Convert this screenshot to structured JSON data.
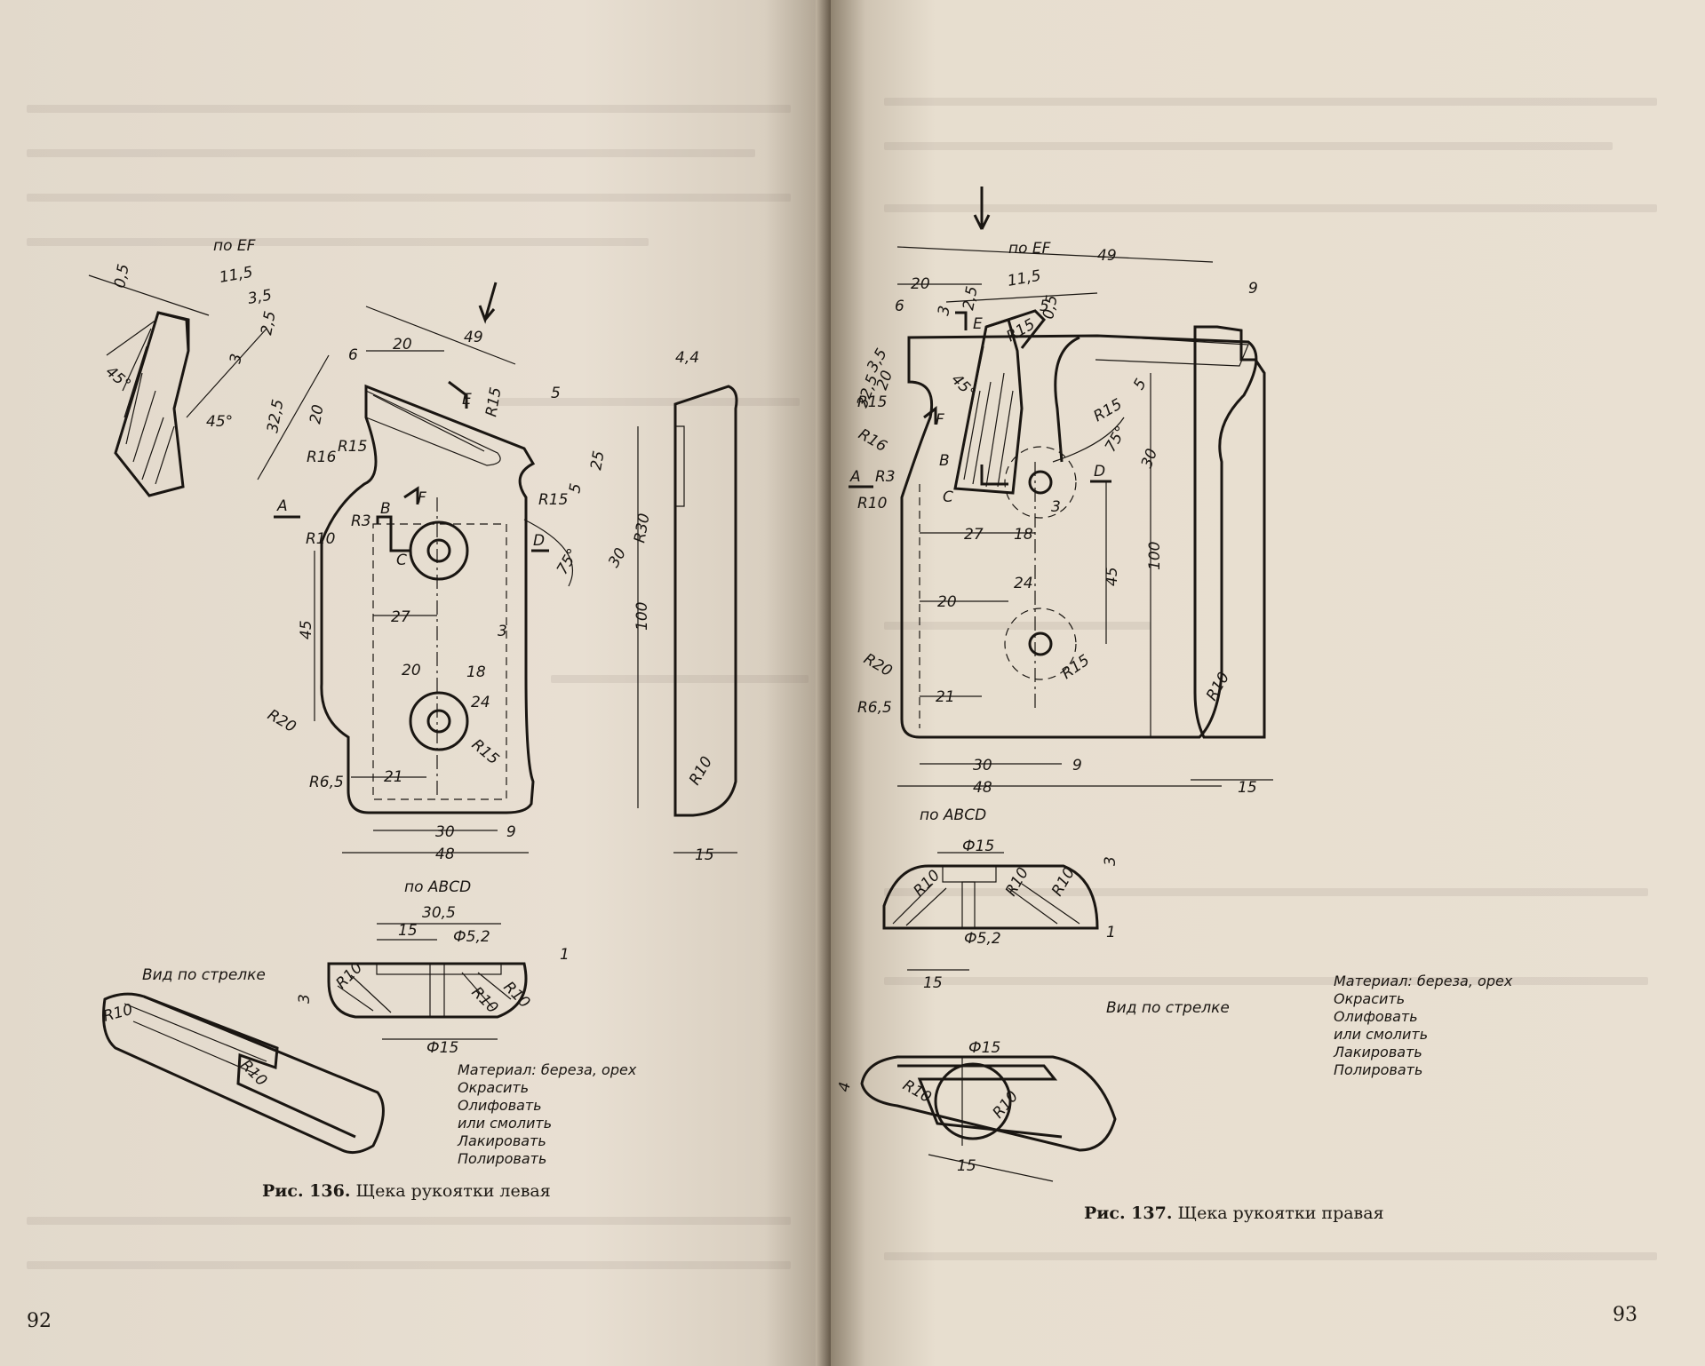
{
  "left_page": {
    "page_number": "92",
    "figure": {
      "caption_number": "Рис. 136.",
      "caption_text": "Щека рукоятки левая",
      "section_ef_label": "по EF",
      "section_abcd_label": "по ABCD",
      "arrow_view_label": "Вид по стрелке",
      "material": [
        "Материал: береза, орех",
        "Окрасить",
        "Олифовать",
        "или смолить",
        "Лакировать",
        "Полировать"
      ],
      "dims": {
        "d05": "0,5",
        "d115": "11,5",
        "d35": "3,5",
        "d25a": "2,5",
        "d3a": "3",
        "d45deg": "45°",
        "d45b": "45°",
        "d6": "6",
        "d20top": "20",
        "d49": "49",
        "dE": "E",
        "dR15a": "R15",
        "d5a": "5",
        "d44": "4,4",
        "d325": "32,5",
        "d20side": "20",
        "dR16": "R16",
        "dR15b": "R15",
        "dA": "A",
        "dB": "B",
        "dF": "F",
        "dR3": "R3",
        "dR15c": "R15",
        "d5b": "5",
        "d25b": "25",
        "dR30": "R30",
        "dR10a": "R10",
        "dC": "C",
        "dD": "D",
        "d75": "75°",
        "d30a": "30",
        "d27": "27",
        "d45": "45",
        "d3b": "3",
        "d100": "100",
        "d20mid": "20",
        "d18": "18",
        "d24": "24",
        "dR20": "R20",
        "dR15d": "R15",
        "dR65": "R6,5",
        "d21": "21",
        "dR10b": "R10",
        "d30b": "30",
        "d9": "9",
        "d48": "48",
        "d15side": "15",
        "d305": "30,5",
        "d15s": "15",
        "dphi52": "Ф5,2",
        "d1": "1",
        "d3c": "3",
        "dR10c": "R10",
        "dR10d": "R10",
        "dR10e": "R10",
        "dphi15": "Ф15",
        "dR10f": "R10",
        "dR10g": "R10"
      }
    }
  },
  "right_page": {
    "page_number": "93",
    "figure": {
      "caption_number": "Рис. 137.",
      "caption_text": "Щека рукоятки правая",
      "section_ef_label": "по EF",
      "section_abcd_label": "по ABCD",
      "arrow_view_label": "Вид по стрелке",
      "material": [
        "Материал: береза, орех",
        "Окрасить",
        "Олифовать",
        "или смолить",
        "Лакировать",
        "Полировать"
      ],
      "dims": {
        "d49": "49",
        "d25": "2,5",
        "d115": "11,5",
        "d05": "0,5",
        "d20top": "20",
        "d6": "6",
        "d5a": "5",
        "d3a": "3",
        "d45deg": "45°",
        "dE": "E",
        "dR15a": "R15",
        "d9": "9",
        "d35": "3,5",
        "d325": "32,5",
        "d20side": "20",
        "dR15b": "R15",
        "dF": "F",
        "dR15c": "R15",
        "d5b": "5",
        "dR16": "R16",
        "d75": "75°",
        "d30a": "30",
        "dA": "A",
        "dR3": "R3",
        "dB": "B",
        "dC": "C",
        "dD": "D",
        "dR10a": "R10",
        "d3b": "3",
        "d27": "27",
        "d18": "18",
        "d100": "100",
        "d24": "24",
        "d45": "45",
        "d20mid": "20",
        "dR20": "R20",
        "dR15d": "R15",
        "dR10b": "R10",
        "d21": "21",
        "dR65": "R6,5",
        "d30b": "30",
        "d9b": "9",
        "d48": "48",
        "d15side": "15",
        "dphi15a": "Ф15",
        "d3c": "3",
        "dR10c": "R10",
        "dR10d": "R10",
        "dR10e": "R10",
        "dphi52": "Ф5,2",
        "d1": "1",
        "d15s": "15",
        "dphi15b": "Ф15",
        "d4": "4",
        "dR10f": "R10",
        "dR10g": "R10",
        "d15bot": "15"
      }
    }
  }
}
